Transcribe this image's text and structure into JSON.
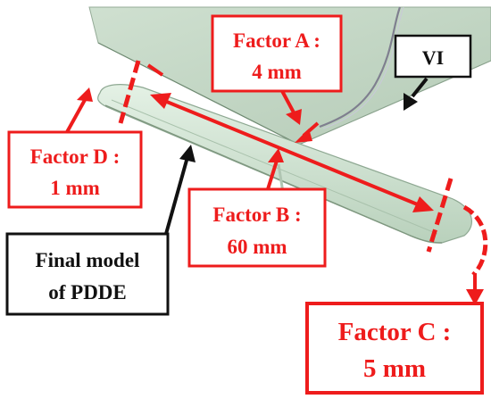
{
  "labels": {
    "vi": "VI",
    "factor_a_title": "Factor A :",
    "factor_a_value": "4 mm",
    "factor_b_title": "Factor B :",
    "factor_b_value": "60 mm",
    "factor_c_title": "Factor C :",
    "factor_c_value": "5 mm",
    "factor_d_title": "Factor D :",
    "factor_d_value": "1 mm",
    "final_model_line1": "Final model",
    "final_model_line2": "of PDDE"
  },
  "colors": {
    "annotation_red": "#ee1c1c",
    "black": "#111111",
    "surface_green": "#c9dccb",
    "surface_dark": "#a7bfaa",
    "part_green": "#cfe5d1",
    "part_edge": "#9fb8a2"
  }
}
